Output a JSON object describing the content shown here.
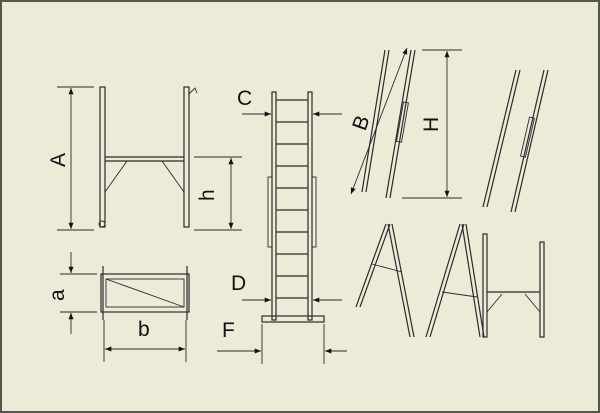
{
  "dimension_labels": {
    "A": "A",
    "h": "h",
    "a": "a",
    "b": "b",
    "C": "C",
    "D": "D",
    "F": "F",
    "B": "B",
    "H": "H"
  },
  "colors": {
    "background": "#ecebd8",
    "line": "#2a2a2a",
    "border": "#55564c"
  }
}
